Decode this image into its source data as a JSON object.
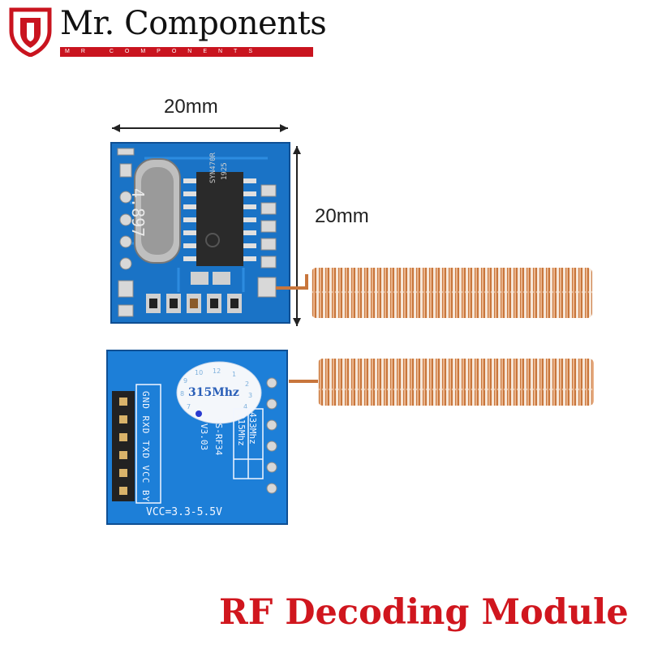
{
  "brand": {
    "title": "Mr. Components",
    "tagline": "MR COMPONENTS",
    "accent_color": "#c9141f"
  },
  "dimensions": {
    "width_label": "20mm",
    "height_label": "20mm"
  },
  "front_board": {
    "chip_part": "SYN470R",
    "chip_code": "1925",
    "crystal_marking": "4.897"
  },
  "back_board": {
    "crystal_label": "315Mhz",
    "freq_433": "433Mhz",
    "freq_315": "315Mhz",
    "model": "YS-RF34",
    "version": "V3.03",
    "pin_labels": "GND RXD TXD VCC BY",
    "vcc_label": "VCC=3.3-5.5V"
  },
  "caption": "RF Decoding Module",
  "colors": {
    "pcb_blue": "#1a73c6",
    "copper": "#c8763c",
    "caption_red": "#d0161e"
  }
}
